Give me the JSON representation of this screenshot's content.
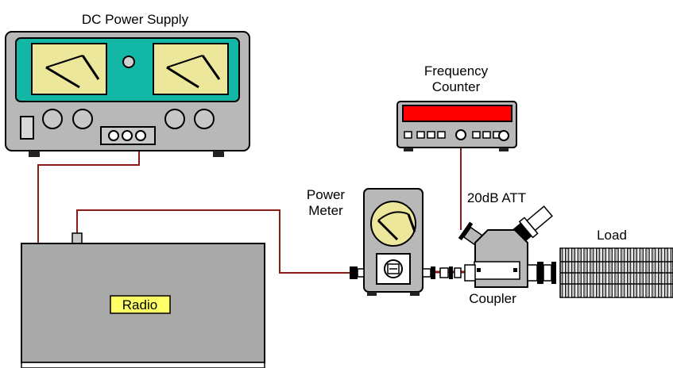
{
  "labels": {
    "dc_power_supply": "DC Power Supply",
    "frequency_counter_line1": "Frequency",
    "frequency_counter_line2": "Counter",
    "power_meter_line1": "Power",
    "power_meter_line2": "Meter",
    "attenuator": "20dB ATT",
    "load": "Load",
    "coupler": "Coupler",
    "radio": "Radio"
  },
  "colors": {
    "cable": "#8b1a1a",
    "meter_face": "#ece79a",
    "panel_teal": "#13b7a6",
    "panel_gray": "#b8b8b8",
    "radio_body": "#a9a9a9",
    "counter_display": "#ff0000",
    "radio_label_bg": "#ffff66"
  }
}
